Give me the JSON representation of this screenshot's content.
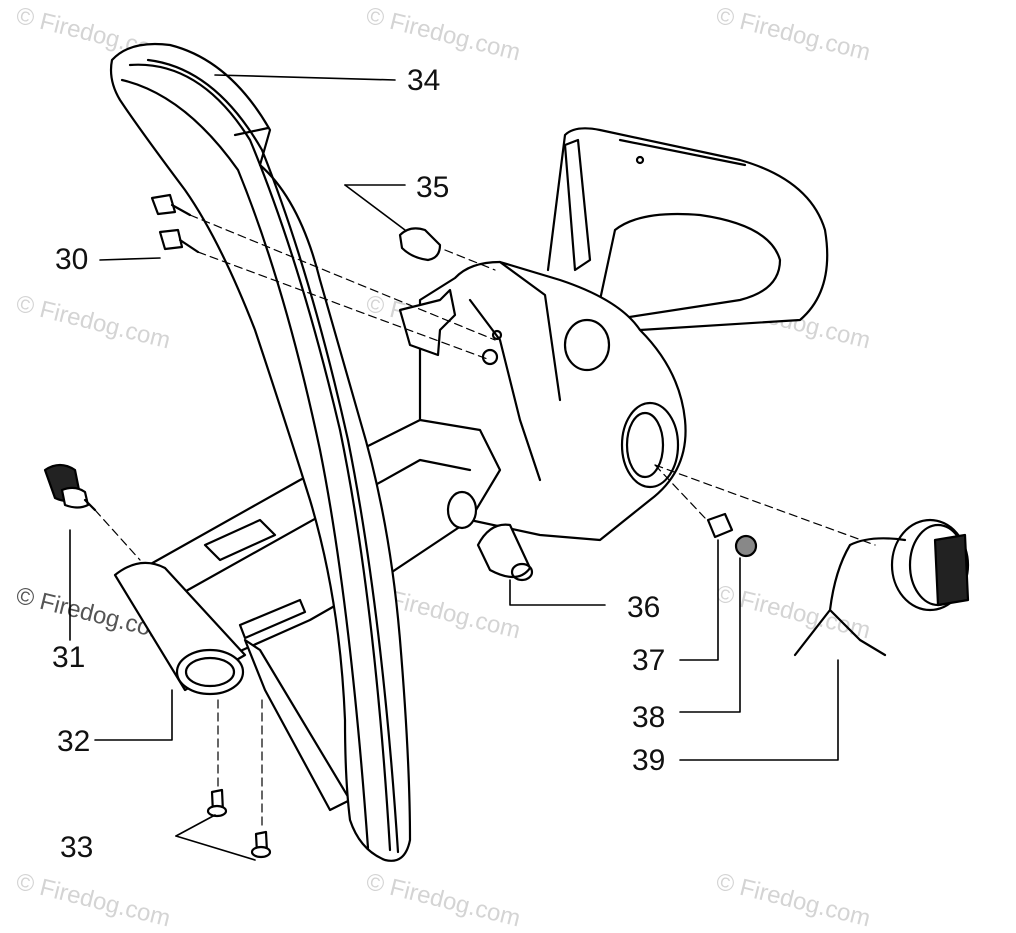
{
  "watermark": "© Firedog.com",
  "part_callouts": [
    "30",
    "31",
    "32",
    "33",
    "34",
    "35",
    "36",
    "37",
    "38",
    "39"
  ]
}
